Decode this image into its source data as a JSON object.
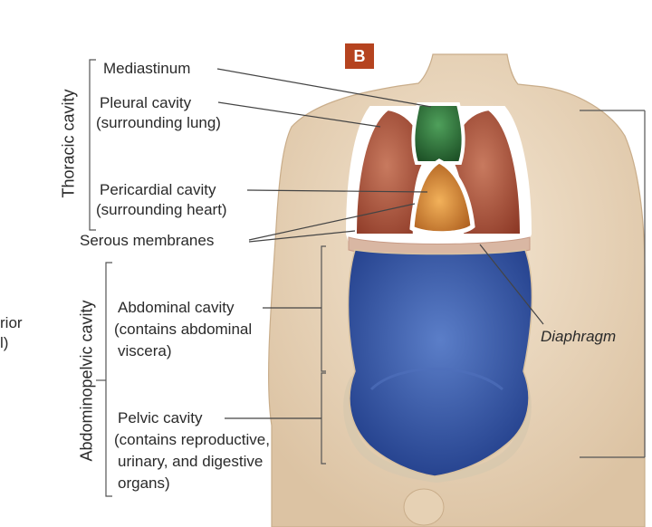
{
  "panel_letter": "B",
  "groups": {
    "thoracic": "Thoracic cavity",
    "abdominopelvic": "Abdominopelvic cavity"
  },
  "labels": {
    "mediastinum": "Mediastinum",
    "pleural_1": "Pleural cavity",
    "pleural_2": "(surrounding lung)",
    "pericardial_1": "Pericardial cavity",
    "pericardial_2": "(surrounding heart)",
    "serous": "Serous membranes",
    "abdominal_1": "Abdominal cavity",
    "abdominal_2": "(contains abdominal",
    "abdominal_3": "viscera)",
    "pelvic_1": "Pelvic cavity",
    "pelvic_2": "(contains reproductive,",
    "pelvic_3": "urinary, and digestive",
    "pelvic_4": "organs)",
    "diaphragm": "Diaphragm",
    "cut_left_1": "rior",
    "cut_left_2": "l)"
  },
  "colors": {
    "skin": "#ecd8bd",
    "lung": "#b85a3e",
    "mediastinum": "#2f7a3a",
    "heart": "#d28a34",
    "abdomen": "#2f4f9e",
    "accent": "#b5431f"
  }
}
